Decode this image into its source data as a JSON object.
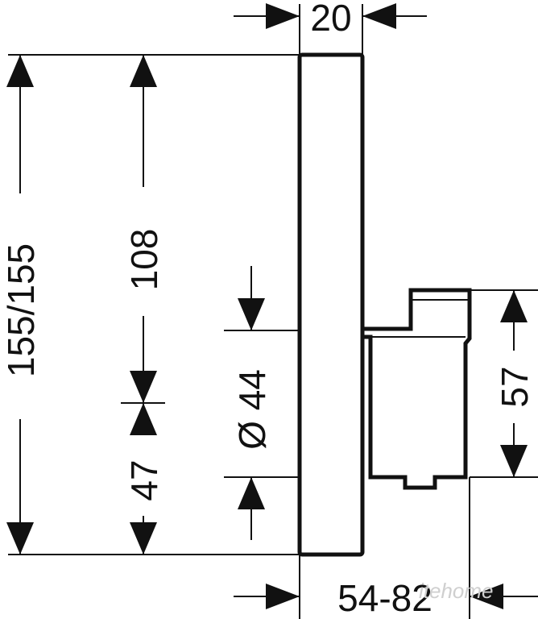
{
  "dimensions": {
    "width_top": "20",
    "height_total": "155/155",
    "height_upper": "108",
    "diameter": "Ø 44",
    "height_lower": "47",
    "depth_body": "57",
    "depth_range": "54-82"
  },
  "watermark": "itehome",
  "colors": {
    "line": "#111111",
    "background": "#ffffff",
    "watermark": "#cfcfcf"
  }
}
